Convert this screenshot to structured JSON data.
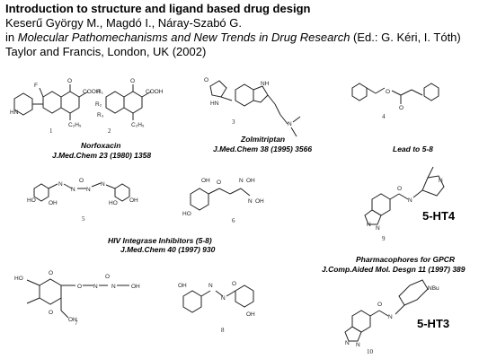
{
  "header": {
    "title": "Introduction to structure and ligand based drug design",
    "authors": "Keserű György M., Magdó I., Náray-Szabó G.",
    "in_prefix": "in ",
    "book_title": "Molecular Pathomechanisms and New Trends in Drug Research",
    "editors": " (Ed.: G. Kéri, I. Tóth)",
    "publisher": "Taylor and Francis, London, UK (2002)"
  },
  "captions": {
    "norfoxacin_name": "Norfoxacin",
    "norfoxacin_ref": "J.Med.Chem 23 (1980) 1358",
    "zolmitriptan_name": "Zolmitriptan",
    "zolmitriptan_ref": "J.Med.Chem 38 (1995) 3566",
    "lead": "Lead to 5-8",
    "hiv_name": "HIV Integrase Inhibitors (5-8)",
    "hiv_ref": "J.Med.Chem 40 (1997) 930",
    "pharm_name": "Pharmacophores for GPCR",
    "pharm_ref": "J.Comp.Aided Mol. Desgn 11 (1997) 389"
  },
  "labels": {
    "ht4": "5-HT4",
    "ht3": "5-HT3"
  },
  "compound_numbers": [
    "1",
    "2",
    "3",
    "4",
    "5",
    "6",
    "7",
    "8",
    "9",
    "10"
  ]
}
